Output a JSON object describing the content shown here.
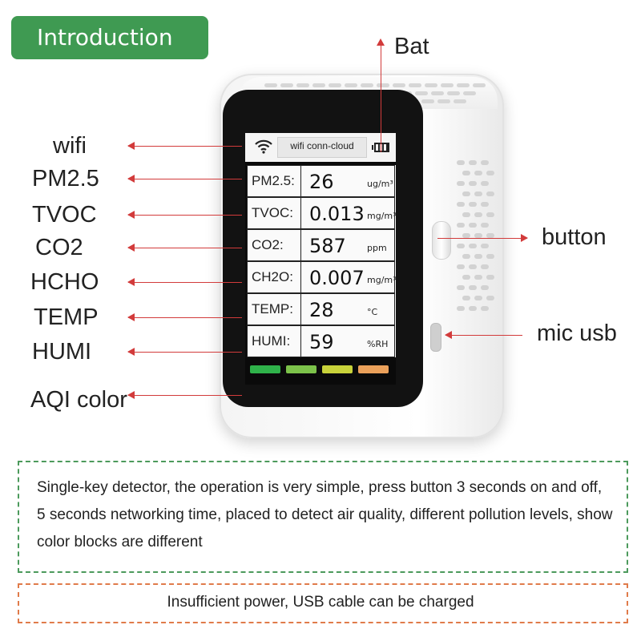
{
  "header": {
    "title": "Introduction"
  },
  "callouts": {
    "left": [
      "wifi",
      "PM2.5",
      "TVOC",
      "CO2",
      "HCHO",
      "TEMP",
      "HUMI",
      "AQI  color"
    ],
    "bat": "Bat",
    "button": "button",
    "usb": "mic usb"
  },
  "screen": {
    "status_text": "wifi conn-cloud",
    "rows": [
      {
        "label": "PM2.5:",
        "value": "26",
        "unit": "ug/m³"
      },
      {
        "label": "TVOC:",
        "value": "0.013",
        "unit": "mg/m³"
      },
      {
        "label": "CO2:",
        "value": "587",
        "unit": "ppm"
      },
      {
        "label": "CH2O:",
        "value": "0.007",
        "unit": "mg/m³"
      },
      {
        "label": "TEMP:",
        "value": "28",
        "unit": "°C"
      },
      {
        "label": "HUMI:",
        "value": "59",
        "unit": "%RH"
      }
    ],
    "aqi_colors": [
      "#2fb24a",
      "#7cc24a",
      "#c8d23a",
      "#eaa05a"
    ]
  },
  "description": "Single-key detector, the operation is very simple, press button 3 seconds on and off, 5 seconds networking time, placed to detect air quality, different pollution levels, show color blocks are different",
  "power_note": "Insufficient power, USB cable can be charged",
  "colors": {
    "badge": "#3f9a52",
    "arrow": "#d23b3b",
    "desc_border": "#4c9a5c",
    "power_border": "#e07b4a"
  }
}
